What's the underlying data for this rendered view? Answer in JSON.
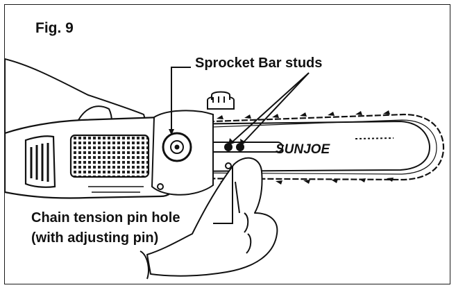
{
  "figure": {
    "label": "Fig. 9",
    "brand": "SUNJOE",
    "callouts": {
      "sprocket_studs": "Sprocket Bar studs",
      "chain_tension_line1": "Chain tension pin hole",
      "chain_tension_line2": "(with adjusting pin)"
    }
  },
  "colors": {
    "ink": "#111111",
    "background": "#ffffff"
  },
  "icons": {
    "hands": "gloved-hand-illustration",
    "tool": "chainsaw-illustration",
    "sprocket": "sprocket-icon"
  }
}
